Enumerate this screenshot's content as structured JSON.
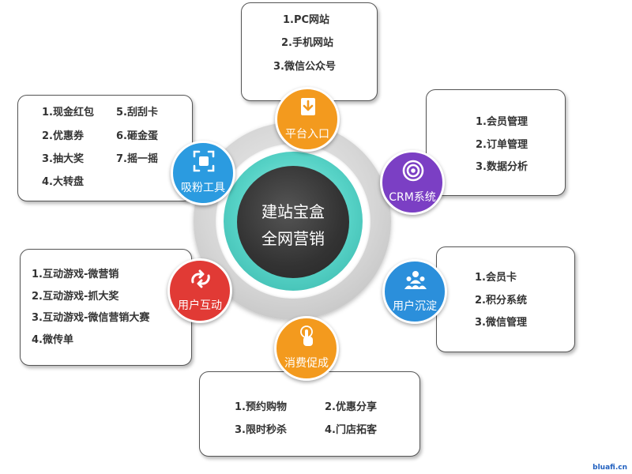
{
  "center": {
    "line1": "建站宝盒",
    "line2": "全网营销"
  },
  "nodes": {
    "top": {
      "label": "平台入口",
      "color": "#f39a1e",
      "icon": "download-arrow-icon"
    },
    "crm": {
      "label": "CRM系统",
      "color": "#7b3fc4",
      "icon": "target-icon"
    },
    "fans": {
      "label": "吸粉工具",
      "color": "#2b9be0",
      "icon": "expand-icon"
    },
    "inter": {
      "label": "用户互动",
      "color": "#e13a35",
      "icon": "cycle-arrows-icon"
    },
    "users": {
      "label": "用户沉淀",
      "color": "#2b8fdb",
      "icon": "users-group-icon"
    },
    "buy": {
      "label": "消费促成",
      "color": "#f39a1e",
      "icon": "tap-hand-icon"
    }
  },
  "boxes": {
    "top": [
      "1.PC网站",
      "2.手机网站",
      "3.微信公众号"
    ],
    "crm": [
      "1.会员管理",
      "2.订单管理",
      "3.数据分析"
    ],
    "fans": {
      "col1": [
        "1.现金红包",
        "2.优惠券",
        "3.抽大奖",
        "4.大转盘"
      ],
      "col2": [
        "5.刮刮卡",
        "6.砸金蛋",
        "7.摇一摇"
      ]
    },
    "inter": [
      "1.互动游戏-微营销",
      "2.互动游戏-抓大奖",
      "3.互动游戏-微信营销大赛",
      "4.微传单"
    ],
    "users": [
      "1.会员卡",
      "2.积分系统",
      "3.微信管理"
    ],
    "buy": {
      "col1": [
        "1.预约购物",
        "3.限时秒杀"
      ],
      "col2": [
        "2.优惠分享",
        "4.门店拓客"
      ]
    }
  },
  "watermark": "bluafi.cn"
}
